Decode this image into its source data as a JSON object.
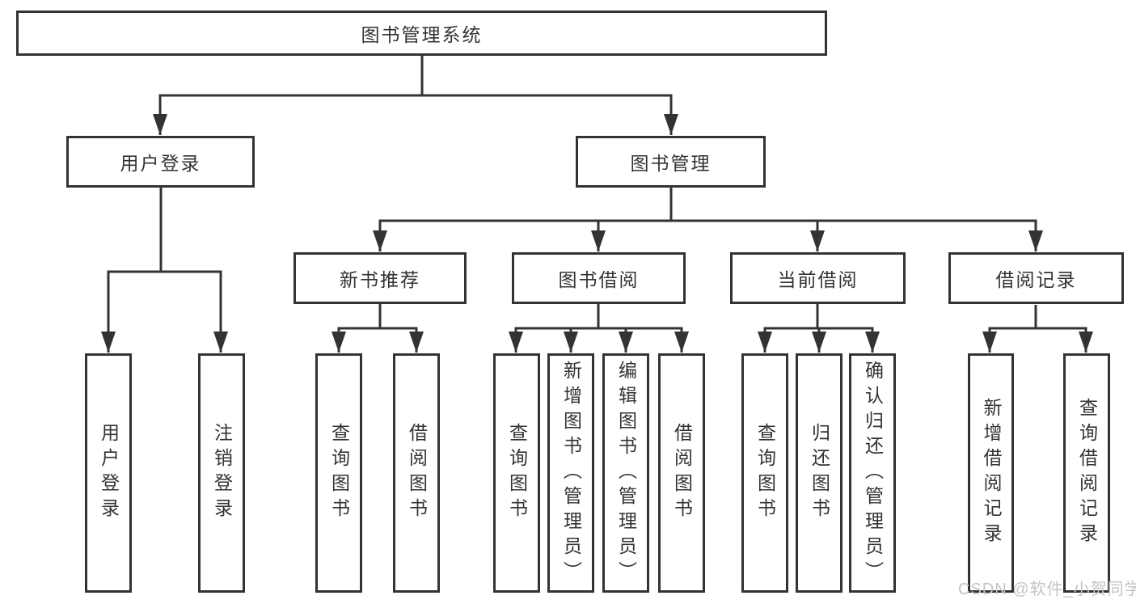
{
  "tree": {
    "label": "图书管理系统",
    "children": [
      {
        "label": "用户登录",
        "children": [
          {
            "label": "用户登录"
          },
          {
            "label": "注销登录"
          }
        ]
      },
      {
        "label": "图书管理",
        "children": [
          {
            "label": "新书推荐",
            "children": [
              {
                "label": "查询图书"
              },
              {
                "label": "借阅图书"
              }
            ]
          },
          {
            "label": "图书借阅",
            "children": [
              {
                "label": "查询图书"
              },
              {
                "label": "新增图书（管理员）"
              },
              {
                "label": "编辑图书（管理员）"
              },
              {
                "label": "借阅图书"
              }
            ]
          },
          {
            "label": "当前借阅",
            "children": [
              {
                "label": "查询图书"
              },
              {
                "label": "归还图书"
              },
              {
                "label": "确认归还（管理员）"
              }
            ]
          },
          {
            "label": "借阅记录",
            "children": [
              {
                "label": "新增借阅记录"
              },
              {
                "label": "查询借阅记录"
              }
            ]
          }
        ]
      }
    ]
  },
  "watermark": {
    "text": "CSDN @软件_小贺同学"
  },
  "colors": {
    "line": "#333333",
    "text": "#333333",
    "background": "#ffffff",
    "watermark": "#c4c4c4"
  }
}
